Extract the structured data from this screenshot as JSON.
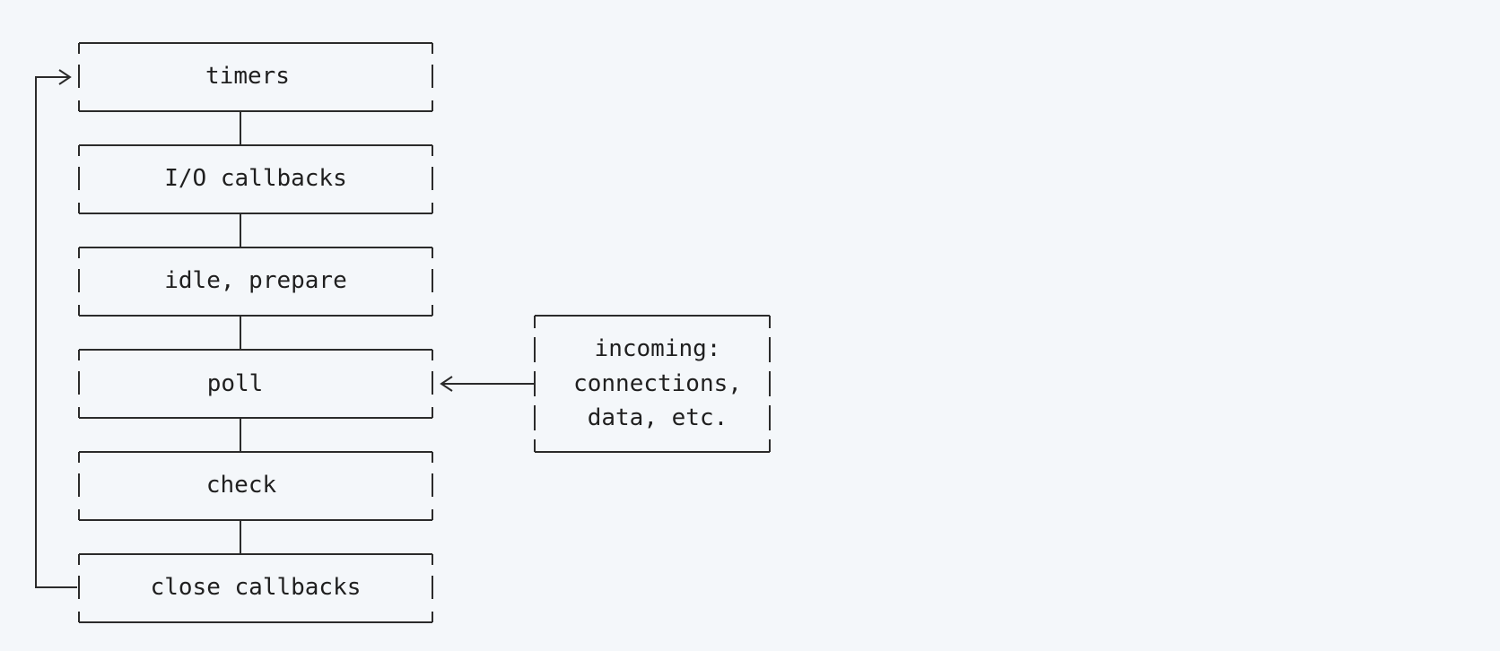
{
  "diagram": {
    "phases": [
      {
        "label": "timers"
      },
      {
        "label": "I/O callbacks"
      },
      {
        "label": "idle, prepare"
      },
      {
        "label": "poll"
      },
      {
        "label": "check"
      },
      {
        "label": "close callbacks"
      }
    ],
    "incoming": {
      "lines": [
        "incoming:",
        "connections,",
        "data, etc."
      ]
    }
  }
}
